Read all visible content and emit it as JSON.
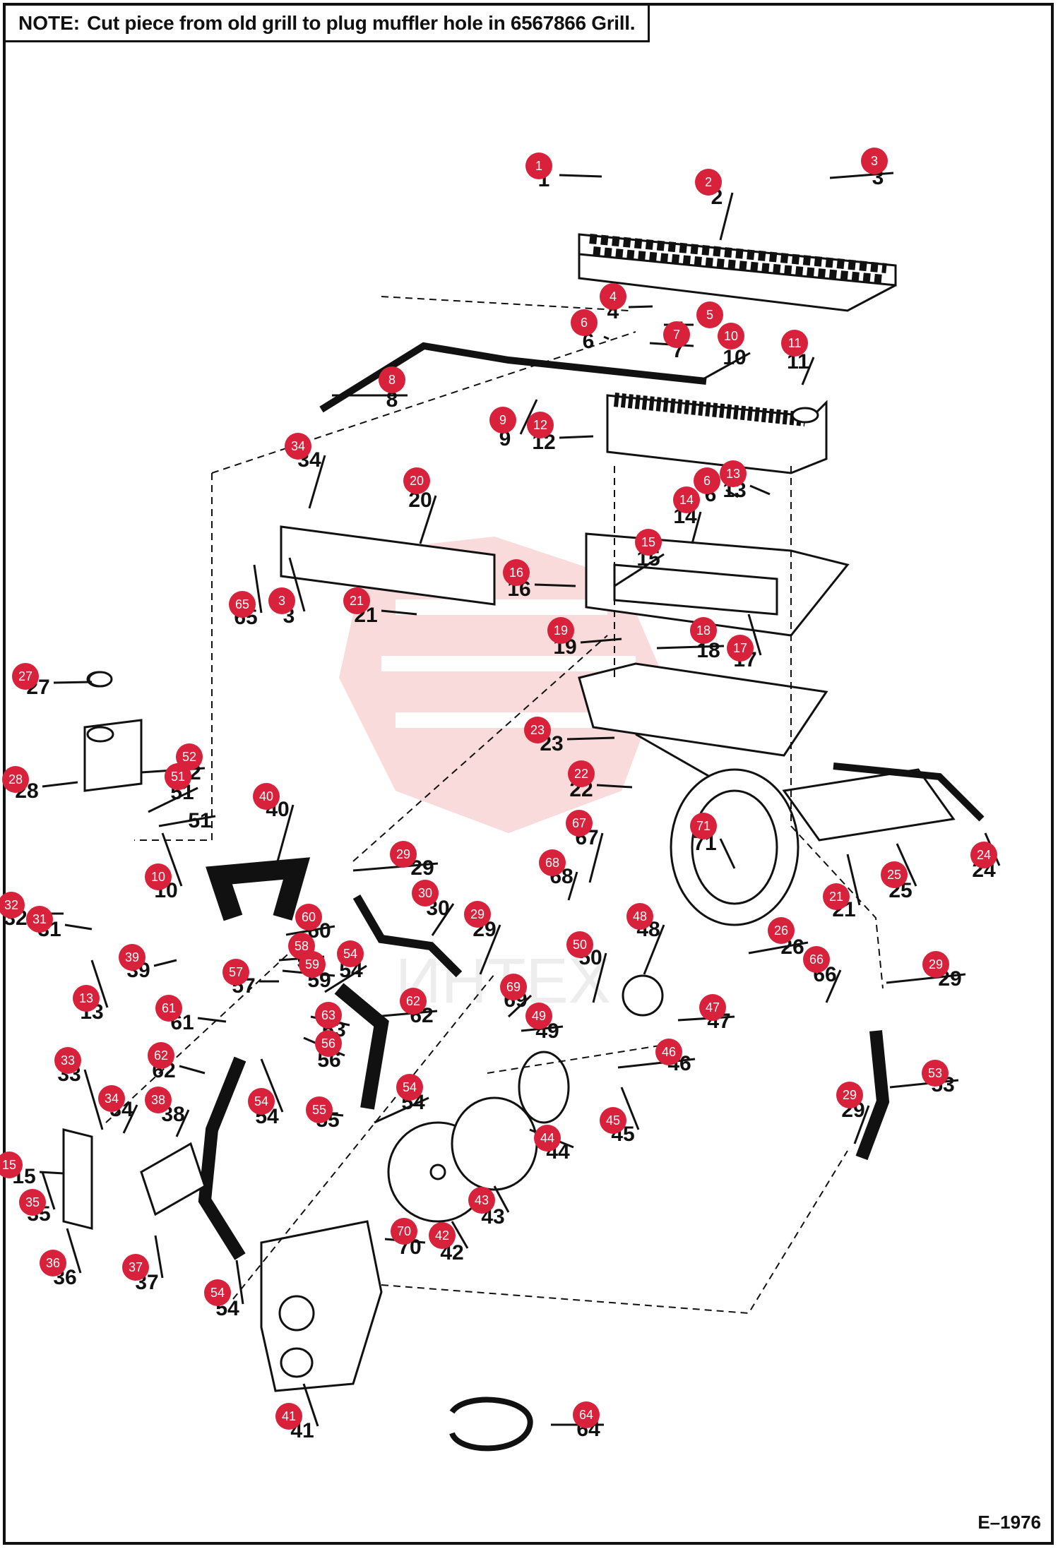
{
  "note": {
    "lead": "NOTE:",
    "text": "Cut piece from old grill to plug muffler hole in 6567866 Grill."
  },
  "figure_id": "E–1976",
  "watermark": "ИНТЕХ",
  "colors": {
    "badge": "#d8213a",
    "ink": "#111111",
    "watermark": "#f2c3c3"
  },
  "callouts": [
    {
      "n": "1"
    },
    {
      "n": "2"
    },
    {
      "n": "3"
    },
    {
      "n": "4"
    },
    {
      "n": "5"
    },
    {
      "n": "6"
    },
    {
      "n": "7"
    },
    {
      "n": "8"
    },
    {
      "n": "9"
    },
    {
      "n": "10"
    },
    {
      "n": "11"
    },
    {
      "n": "12"
    },
    {
      "n": "6"
    },
    {
      "n": "13"
    },
    {
      "n": "14"
    },
    {
      "n": "15"
    },
    {
      "n": "16"
    },
    {
      "n": "18"
    },
    {
      "n": "17"
    },
    {
      "n": "19"
    },
    {
      "n": "20"
    },
    {
      "n": "21"
    },
    {
      "n": "3"
    },
    {
      "n": "65"
    },
    {
      "n": "34"
    },
    {
      "n": "23"
    },
    {
      "n": "22"
    },
    {
      "n": "27"
    },
    {
      "n": "28"
    },
    {
      "n": "52"
    },
    {
      "n": "51"
    },
    {
      "n": "51"
    },
    {
      "n": "10"
    },
    {
      "n": "40"
    },
    {
      "n": "29"
    },
    {
      "n": "30"
    },
    {
      "n": "29"
    },
    {
      "n": "67"
    },
    {
      "n": "68"
    },
    {
      "n": "71"
    },
    {
      "n": "48"
    },
    {
      "n": "50"
    },
    {
      "n": "26"
    },
    {
      "n": "66"
    },
    {
      "n": "29"
    },
    {
      "n": "21"
    },
    {
      "n": "25"
    },
    {
      "n": "24"
    },
    {
      "n": "32"
    },
    {
      "n": "31"
    },
    {
      "n": "39"
    },
    {
      "n": "13"
    },
    {
      "n": "60"
    },
    {
      "n": "58"
    },
    {
      "n": "59"
    },
    {
      "n": "57"
    },
    {
      "n": "54"
    },
    {
      "n": "61"
    },
    {
      "n": "63"
    },
    {
      "n": "62"
    },
    {
      "n": "56"
    },
    {
      "n": "69"
    },
    {
      "n": "49"
    },
    {
      "n": "47"
    },
    {
      "n": "46"
    },
    {
      "n": "53"
    },
    {
      "n": "33"
    },
    {
      "n": "62"
    },
    {
      "n": "34"
    },
    {
      "n": "38"
    },
    {
      "n": "54"
    },
    {
      "n": "55"
    },
    {
      "n": "54"
    },
    {
      "n": "29"
    },
    {
      "n": "45"
    },
    {
      "n": "44"
    },
    {
      "n": "15"
    },
    {
      "n": "35"
    },
    {
      "n": "43"
    },
    {
      "n": "42"
    },
    {
      "n": "70"
    },
    {
      "n": "36"
    },
    {
      "n": "37"
    },
    {
      "n": "54"
    },
    {
      "n": "41"
    },
    {
      "n": "64"
    }
  ]
}
